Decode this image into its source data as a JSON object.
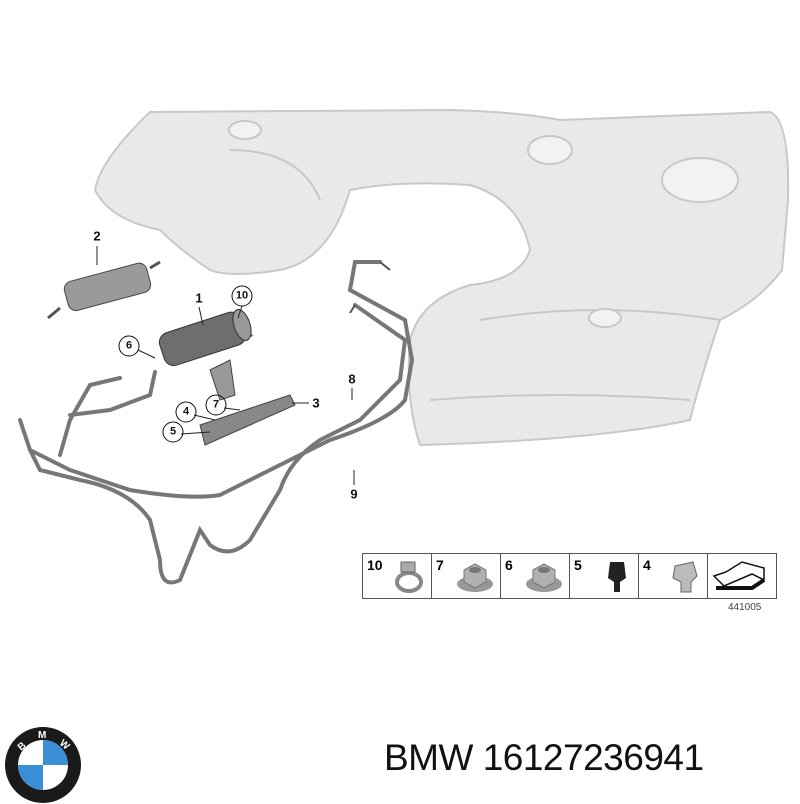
{
  "diagram": {
    "callouts": [
      {
        "label": "2",
        "circled": false
      },
      {
        "label": "1",
        "circled": false
      },
      {
        "label": "10",
        "circled": true
      },
      {
        "label": "6",
        "circled": true
      },
      {
        "label": "8",
        "circled": false
      },
      {
        "label": "3",
        "circled": false
      },
      {
        "label": "4",
        "circled": true
      },
      {
        "label": "7",
        "circled": true
      },
      {
        "label": "5",
        "circled": true
      },
      {
        "label": "9",
        "circled": false
      }
    ],
    "parts_row": [
      {
        "label": "10",
        "icon": "hose-clamp-icon"
      },
      {
        "label": "7",
        "icon": "flange-nut-icon"
      },
      {
        "label": "6",
        "icon": "flange-nut-icon"
      },
      {
        "label": "5",
        "icon": "clip-icon"
      },
      {
        "label": "4",
        "icon": "clip-icon"
      },
      {
        "label": "",
        "icon": "direction-arrow-icon"
      }
    ],
    "reference": "441005"
  },
  "footer": {
    "brand_logo_text": "BMW",
    "part_number": "BMW 16127236941"
  }
}
